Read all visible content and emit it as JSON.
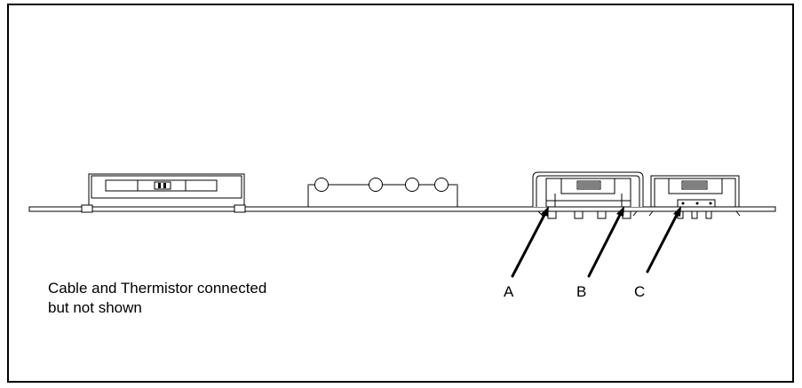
{
  "note": {
    "line1": "Cable and Thermistor connected",
    "line2": "but not shown"
  },
  "callouts": {
    "a": "A",
    "b": "B",
    "c": "C"
  },
  "colors": {
    "stroke": "#000000",
    "background": "#ffffff"
  }
}
